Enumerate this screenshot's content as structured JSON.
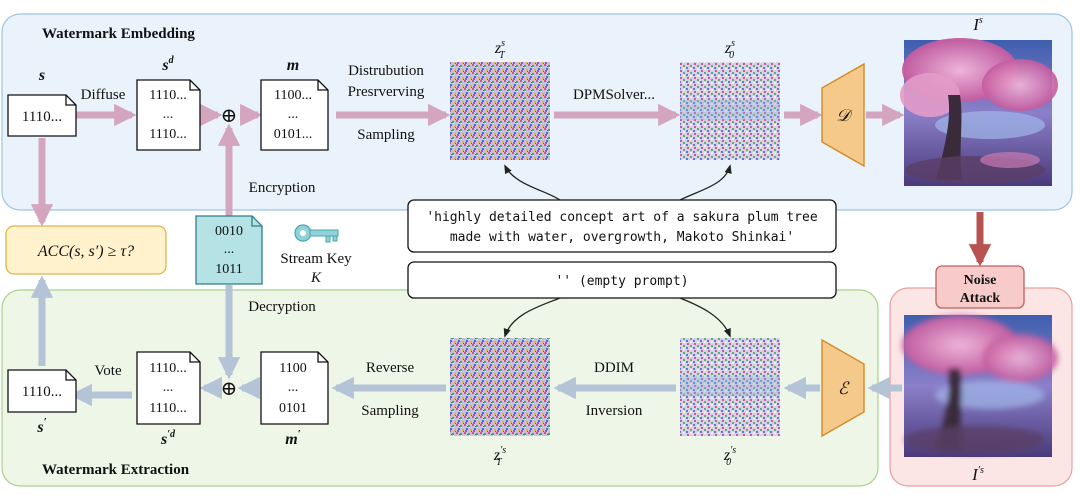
{
  "panels": {
    "embedding_title": "Watermark Embedding",
    "extraction_title": "Watermark Extraction"
  },
  "colors": {
    "embed_bg": "#eaf3fb",
    "embed_border": "#9dc3e6",
    "extract_bg": "#eef6e8",
    "extract_border": "#a9d18e",
    "attack_bg": "#fbe5e5",
    "attack_border": "#e8a0a0",
    "pink_arrow": "#d4a5bf",
    "gray_arrow": "#b4c3d6",
    "red_arrow": "#b85450",
    "decoder_fill": "#f4c98a",
    "key_fill": "#b5e3e5",
    "acc_fill": "#fff2cc"
  },
  "labels": {
    "s": "s",
    "s_d": "s",
    "s_d_sup": "d",
    "m": "m",
    "s_prime": "s",
    "s_prime_sup": "′",
    "s_prime_d": "s",
    "s_prime_d_sup": "′d",
    "m_prime": "m",
    "m_prime_sup": "′",
    "zT_s": "z",
    "zT_s_sup": "s",
    "zT_s_sub": "T",
    "z0_s": "z",
    "z0_s_sup": "s",
    "z0_s_sub": "0",
    "zT_ps": "z",
    "zT_ps_sup": "′s",
    "zT_ps_sub": "T",
    "z0_ps": "z",
    "z0_ps_sup": "′s",
    "z0_ps_sub": "0",
    "I_s": "I",
    "I_s_sup": "s",
    "I_ps": "I",
    "I_ps_sup": "′s"
  },
  "docs": {
    "s": [
      "1110..."
    ],
    "s_d": [
      "1110...",
      "...",
      "1110..."
    ],
    "m": [
      "1100...",
      "...",
      "0101..."
    ],
    "key": [
      "0010",
      "...",
      "1011"
    ],
    "s_prime": [
      "1110..."
    ],
    "s_prime_d": [
      "1110...",
      "...",
      "1110..."
    ],
    "m_prime": [
      "1100",
      "...",
      "0101"
    ]
  },
  "steps": {
    "diffuse": "Diffuse",
    "distribution_1": "Distrubution",
    "distribution_2": "Presrverving",
    "distribution_3": "Sampling",
    "dpm": "DPMSolver...",
    "encryption": "Encryption",
    "decryption": "Decryption",
    "stream_key_1": "Stream Key",
    "stream_key_2": "K",
    "vote": "Vote",
    "reverse_1": "Reverse",
    "reverse_2": "Sampling",
    "ddim_1": "DDIM",
    "ddim_2": "Inversion",
    "decoder": "𝒟",
    "encoder": "ℰ",
    "noise_1": "Noise",
    "noise_2": "Attack",
    "xor": "⊕"
  },
  "acc": {
    "text": "ACC(s, s′) ≥ τ?"
  },
  "prompts": {
    "main_1": "'highly detailed concept art of a sakura plum tree",
    "main_2": "made with water, overgrowth,  Makoto Shinkai'",
    "empty": "''   (empty prompt)"
  },
  "icons": {
    "key": "key-icon",
    "xor": "xor-icon",
    "noise": "noise-latent-image",
    "artwork": "sakura-tree-artwork"
  }
}
